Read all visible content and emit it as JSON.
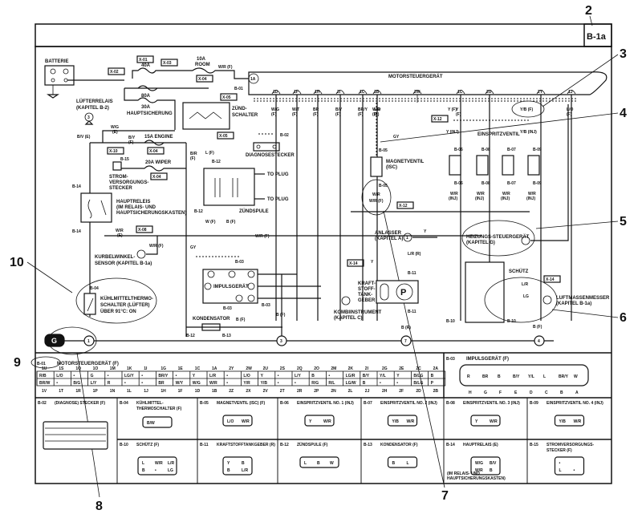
{
  "page": {
    "id": "B-1a"
  },
  "callouts": [
    "2",
    "3",
    "4",
    "5",
    "6",
    "7",
    "8",
    "9",
    "10"
  ],
  "components": {
    "battery": "BATTERIE",
    "fan_relay": [
      "LÜFTERRELAIS",
      "(KAPITEL B-2)"
    ],
    "main_fuse": "HAUPTSICHERUNG",
    "fuse_40a": "40A",
    "fuse_80a": "80A",
    "fuse_30a": "30A",
    "fuse_room": [
      "10A",
      "ROOM"
    ],
    "fuse_engine": "15A  ENGINE",
    "fuse_wiper": "20A  WIPER",
    "ignition_switch": [
      "ZÜND-",
      "SCHALTER"
    ],
    "diag_connector": "DIAGNOSESTECKER",
    "power_connector": [
      "STROM-",
      "VERSORGUNGS-",
      "STECKER"
    ],
    "main_relay": [
      "HAUPTRELEIS",
      "(IM RELAIS- UND",
      "HAUPTSICHERUNGSKASTEN)"
    ],
    "ignition_coil": "ZÜNDSPULE",
    "to_plug": "TO PLUG",
    "crank_sensor": [
      "KURBELWINKEL-",
      "SENSOR (KAPITEL B-1a)"
    ],
    "igniter": "IMPULSGERÄT",
    "condenser": "KONDENSATOR",
    "coolant_switch": [
      "KÜHLMITTELTHERMO-",
      "SCHALTER (LÜFTER)",
      "ÜBER 91°C: ON"
    ],
    "ecu": "MOTORSTEUERGERÄT",
    "isc_valve": [
      "MAGNETVENTIL",
      "(ISC)"
    ],
    "injectors": "EINSPRITZVENTIL",
    "starter": [
      "ANLASSER",
      "(KAPITEL A)"
    ],
    "heater_ctrl": [
      "HEIZUNGS-STEUERGERÄT",
      "(KAPITEL G)"
    ],
    "fuel_gauge": [
      "KRAFT-",
      "STOFF-",
      "TANK-",
      "GEBER"
    ],
    "instrument": [
      "KOMBIINSTRUMENT",
      "(KAPITEL C)"
    ],
    "contactor": "SCHÜTZ",
    "maf": [
      "LUFTMASSENMESSER",
      "(KAPITEL B-1a)"
    ],
    "ground": "G",
    "gy": "GY"
  },
  "ecu_pins": [
    "1A",
    "1D",
    "1F",
    "1H",
    "2I",
    "1C",
    "1B",
    "2W",
    "1C",
    "2U",
    "2Y",
    "1J"
  ],
  "wire_labels": {
    "p1d": [
      "W/G",
      "(F)"
    ],
    "p1f": [
      "W/T",
      "(F)"
    ],
    "p1h": [
      "BR",
      "(F)"
    ],
    "p2i": [
      "B/Y",
      "(F)"
    ],
    "p1c": [
      "BR/Y",
      "(F)"
    ],
    "p1b": [
      "W/R",
      "(F)"
    ],
    "p2w": [
      "L/O",
      "(F)"
    ],
    "p1c2": [
      "Y",
      "(F)"
    ],
    "p2u": "Y (F)",
    "p2y": "Y/B (F)",
    "p1j": [
      "L/O",
      "(F)"
    ],
    "inj_y": "Y (INJ)",
    "inj_yb": "Y/B (INJ)",
    "wr_inj": [
      "W/R",
      "(INJ)"
    ],
    "wr_f": "W/R (F)",
    "wg_e": [
      "W/G",
      "(E)"
    ],
    "bv_e": "B/V (E)",
    "by_f": [
      "B/Y",
      "(F)"
    ],
    "wr_e": [
      "W/R",
      "(E)"
    ],
    "br_f": [
      "B/R",
      "(F)"
    ],
    "l_f": "L (F)",
    "w_f": "W (F)",
    "b_f": "B (F)",
    "lr_r": "L/R (R)",
    "y_r": [
      "Y",
      "(R)"
    ],
    "lr_f": [
      "L/R",
      "(F)"
    ],
    "lg_f": [
      "LG",
      "(F)"
    ],
    "b_r": "B (R)"
  },
  "connector_ids": [
    "B-01",
    "B-02",
    "B-03",
    "B-04",
    "B-05",
    "B-06",
    "B-07",
    "B-08",
    "B-09",
    "B-10",
    "B-11",
    "B-12",
    "B-13",
    "B-14",
    "B-15"
  ],
  "fuse_refs": [
    "X-01",
    "X-02",
    "X-03",
    "X-04",
    "X-05",
    "X-08",
    "X-10",
    "X-12",
    "X-14"
  ],
  "ground_nodes": [
    "1",
    "3",
    "7",
    "4"
  ],
  "connector_table": {
    "b01": {
      "id": "B-01",
      "title": "MOTORSTEUERGERÄT (F)",
      "top_pins": [
        "1U",
        "1S",
        "1Q",
        "1O",
        "1M",
        "1K",
        "1I",
        "1G",
        "1E",
        "1C",
        "1A",
        "2Y",
        "2W",
        "2U",
        "2S",
        "2Q",
        "2O",
        "2M",
        "2K",
        "2I",
        "2G",
        "2E",
        "2C",
        "2A"
      ],
      "row1": [
        "R/B",
        "L/O",
        "•",
        "G",
        "•",
        "LG/Y",
        "•",
        "BR/Y",
        "•",
        "Y",
        "L/R",
        "•",
        "L/O",
        "Y",
        "•",
        "L/Y",
        "B",
        "•",
        "LG/R",
        "B/Y",
        "Y/L",
        "Y",
        "B/LG",
        "B"
      ],
      "row2": [
        "BR/W",
        "•",
        "B/G",
        "L/Y",
        "R",
        "•",
        "•",
        "BR",
        "W/Y",
        "W/G",
        "W/R",
        "•",
        "Y/R",
        "Y/B",
        "•",
        "•",
        "R/G",
        "R/L",
        "LG/W",
        "B",
        "•",
        "•",
        "B/LG",
        "P"
      ],
      "bottom_pins": [
        "1V",
        "1T",
        "1R",
        "1P",
        "1N",
        "1L",
        "1J",
        "1H",
        "1F",
        "1D",
        "1B",
        "2Z",
        "2X",
        "2V",
        "2T",
        "2R",
        "2P",
        "2N",
        "2L",
        "2J",
        "2H",
        "2F",
        "2D",
        "2B"
      ]
    },
    "b03": {
      "id": "B-03",
      "title": "IMPULSGERÄT (F)",
      "cells": [
        "R",
        "BR",
        "B",
        "B/Y",
        "Y/L",
        "L",
        "BR/Y",
        "W"
      ],
      "letters": [
        "H",
        "G",
        "F",
        "E",
        "D",
        "C",
        "B",
        "A"
      ]
    },
    "b02": {
      "id": "B-02",
      "title": "(DIAGNOSE) STECKER (F)"
    },
    "b04": {
      "id": "B-04",
      "title": [
        "KÜHLMITTEL-",
        "THERMOSCHALTER (F)"
      ],
      "cells": [
        "B/W"
      ]
    },
    "b05": {
      "id": "B-05",
      "title": "MAGNETVENTIL (ISC) (F)",
      "cells": [
        "L/O",
        "W/R"
      ]
    },
    "b06": {
      "id": "B-06",
      "title": "EINSPRITZVENTIL NO. 1 (INJ)",
      "cells": [
        "Y",
        "W/R"
      ]
    },
    "b07": {
      "id": "B-07",
      "title": "EINSPRITZVENTIL NO. 2 (INJ)",
      "cells": [
        "Y/B",
        "W/R"
      ]
    },
    "b08": {
      "id": "B-08",
      "title": "EINSPRITZVENTIL NO. 3 (INJ)",
      "cells": [
        "Y",
        "W/R"
      ]
    },
    "b09": {
      "id": "B-09",
      "title": "EINSPRITZVENTIL NO. 4 (INJ)",
      "cells": [
        "Y/B",
        "W/R"
      ]
    },
    "b10": {
      "id": "B-10",
      "title": "SCHÜTZ (F)",
      "row1": [
        "L",
        "W/R",
        "L/R"
      ],
      "row2": [
        "B",
        "•",
        "LG"
      ]
    },
    "b11": {
      "id": "B-11",
      "title": "KRAFTSTOFFTANKGEBER (R)",
      "row1": [
        "Y",
        "B"
      ],
      "row2": [
        "B",
        "L/R"
      ]
    },
    "b12": {
      "id": "B-12",
      "title": "ZÜNDSPULE (F)",
      "cells": [
        "L",
        "B",
        "W"
      ]
    },
    "b13": {
      "id": "B-13",
      "title": "KONDENSATOR (F)",
      "cells": [
        "B",
        "L"
      ]
    },
    "b14": {
      "id": "B-14",
      "title": "HAUPTRELAIS (E)",
      "row1": [
        "W/G",
        "B/V"
      ],
      "row2": [
        "W/R",
        "B"
      ],
      "note": [
        "(IM RELAIS- UND",
        "HAUPTSICHERUNGSKASTEN)"
      ]
    },
    "b15": {
      "id": "B-15",
      "title": [
        "STROMVERSORGUNGS-",
        "STECKER (F)"
      ],
      "row1": [
        "•"
      ],
      "row2": [
        "L",
        "•"
      ]
    }
  }
}
